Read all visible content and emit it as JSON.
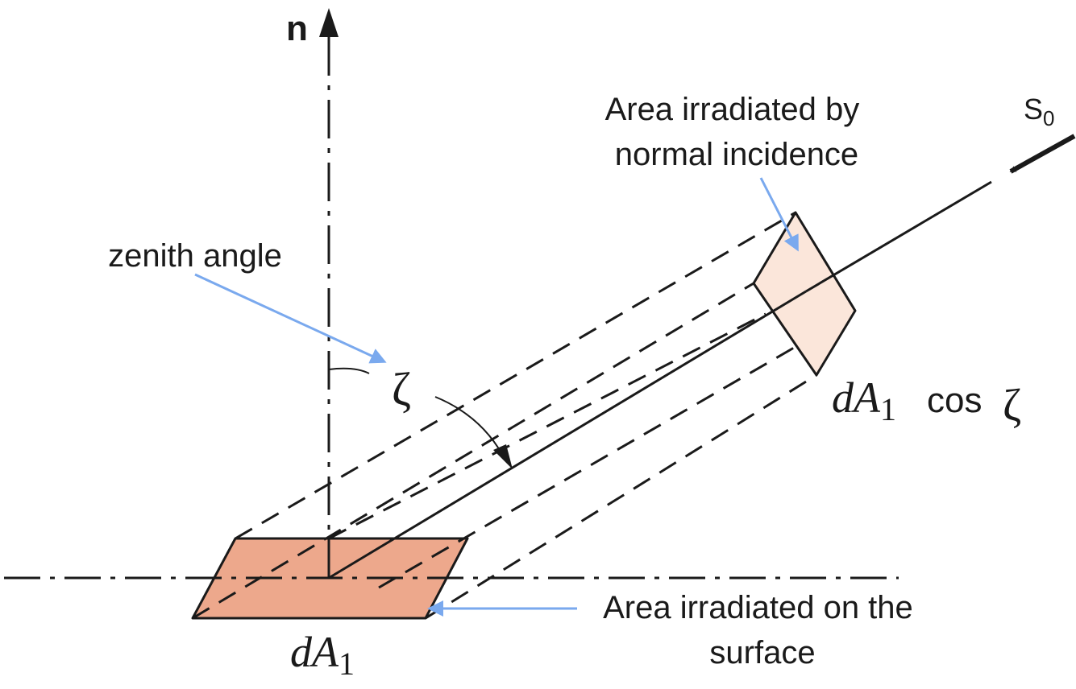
{
  "axis": {
    "normal_label": "n"
  },
  "source": {
    "label_main": "S",
    "label_sub": "0"
  },
  "labels": {
    "zenith_angle": "zenith angle",
    "zeta": "ζ",
    "normal_area_line1": "Area irradiated by",
    "normal_area_line2": "normal incidence",
    "surface_area_line1": "Area irradiated on the",
    "surface_area_line2": "surface"
  },
  "formulas": {
    "surface_d": "dA",
    "surface_sub": "1",
    "normal_d": "dA",
    "normal_sub": "1",
    "normal_cos": "cos",
    "normal_zeta": "ζ"
  },
  "colors": {
    "surface_fill": "#eda88c",
    "normal_fill": "#fbe6da",
    "annotation_arrow": "#7aa9ee",
    "line": "#1a1a1a"
  }
}
